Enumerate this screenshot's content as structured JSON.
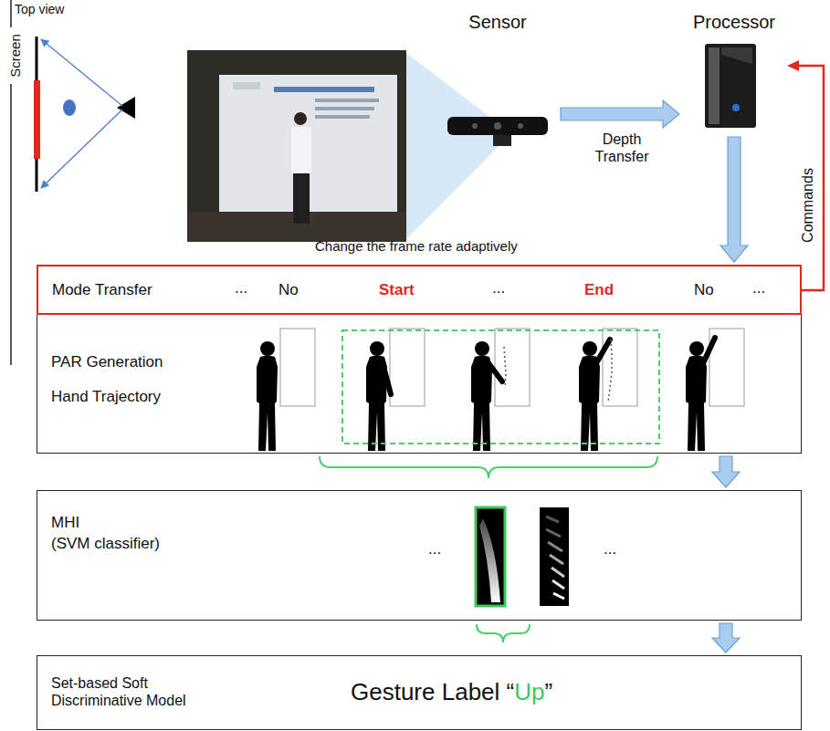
{
  "diagram": {
    "nodes": [
      {
        "text": [
          "Sensor"
        ]
      },
      {
        "text": [
          "Processor"
        ]
      },
      {
        "text": [
          "Mode Transfer",
          "...",
          "No",
          "Start",
          "...",
          "End",
          "No",
          "..."
        ]
      },
      {
        "text": [
          "PAR Generation",
          "Hand Trajectory"
        ]
      },
      {
        "text": [
          "MHI",
          "(SVM classifier)",
          "...",
          "..."
        ]
      },
      {
        "text": [
          "Set-based Soft Discriminative Model",
          "Gesture Label “Up”"
        ]
      }
    ],
    "edges": [
      {
        "from": 0,
        "to": 1,
        "label": "Depth Transfer",
        "arrow": "to"
      },
      {
        "from": 1,
        "to": 2,
        "arrow": "to"
      },
      {
        "from": 2,
        "to": 1,
        "label": "Commands",
        "arrow": "to"
      },
      {
        "from": 3,
        "to": 4,
        "arrow": "to"
      },
      {
        "from": 4,
        "to": 5,
        "arrow": "to"
      }
    ],
    "labels": [
      "Top view",
      "Screen",
      "Change the frame rate adaptively"
    ]
  }
}
